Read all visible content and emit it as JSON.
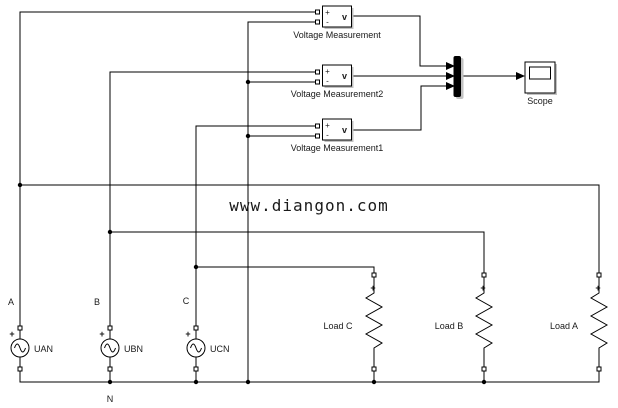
{
  "diagram": {
    "watermark": {
      "text": "www.diangon.com"
    },
    "vm_blocks": [
      {
        "name": "Voltage Measurement"
      },
      {
        "name": "Voltage Measurement2"
      },
      {
        "name": "Voltage Measurement1"
      }
    ],
    "vm_port_labels": {
      "plus": "+",
      "minus": "-",
      "output": "v"
    },
    "scope": {
      "name": "Scope"
    },
    "sources": [
      {
        "node": "A",
        "name": "UAN"
      },
      {
        "node": "B",
        "name": "UBN"
      },
      {
        "node": "C",
        "name": "UCN"
      }
    ],
    "source_polarity": "+",
    "neutral_node": "N",
    "loads": [
      {
        "name": "Load C"
      },
      {
        "name": "Load B"
      },
      {
        "name": "Load A"
      }
    ],
    "load_polarity": "+",
    "colors": {
      "wire": "#000000",
      "load_polarity": "#cc2233",
      "watermark": "#2f9e2f"
    }
  }
}
